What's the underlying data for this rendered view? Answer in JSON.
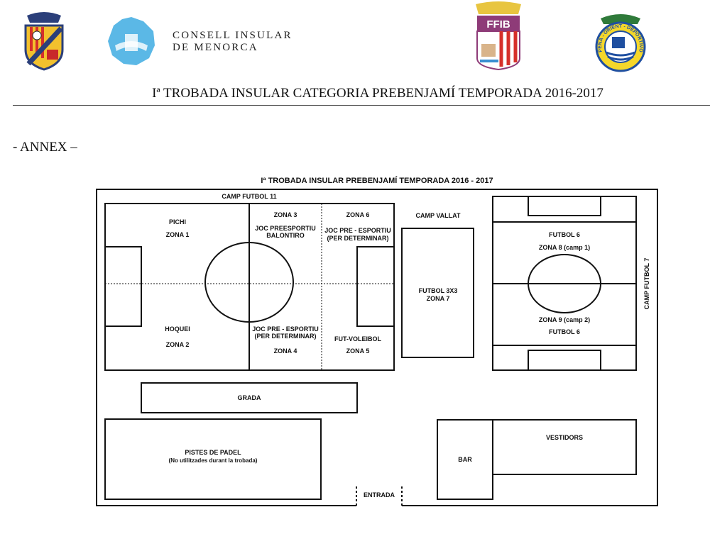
{
  "header": {
    "logos": [
      "club-crest",
      "consell-insular-de-menorca",
      "ffib",
      "penya-orient-deportiu"
    ],
    "consell_line1": "CONSELL INSULAR",
    "consell_line2": "DE MENORCA",
    "ffib_text": "FFIB",
    "orient_text": "PENA - ORIENT - DEPORTIVO"
  },
  "document": {
    "title": "Iª TROBADA INSULAR CATEGORIA PREBENJAMÍ TEMPORADA 2016-2017",
    "annex": "- ANNEX –"
  },
  "diagram": {
    "title": "Iª TROBADA INSULAR PREBENJAMÍ TEMPORADA 2016 - 2017",
    "camp_futbol_11": "CAMP FUTBOL 11",
    "zona1": {
      "activity": "PICHI",
      "zone": "ZONA 1"
    },
    "zona2": {
      "activity": "HOQUEI",
      "zone": "ZONA 2"
    },
    "zona3": {
      "zone": "ZONA 3",
      "activity1": "JOC PREESPORTIU",
      "activity2": "BALONTIRO"
    },
    "zona4": {
      "activity1": "JOC PRE - ESPORTIU",
      "activity2": "(PER DETERMINAR)",
      "zone": "ZONA 4"
    },
    "zona5": {
      "activity": "FUT-VOLEIBOL",
      "zone": "ZONA 5"
    },
    "zona6": {
      "zone": "ZONA 6",
      "activity1": "JOC PRE - ESPORTIU",
      "activity2": "(PER DETERMINAR)"
    },
    "camp_vallat": "CAMP VALLAT",
    "zona7": {
      "activity": "FUTBOL 3X3",
      "zone": "ZONA 7"
    },
    "zona8": {
      "activity": "FUTBOL 6",
      "zone": "ZONA 8 (camp 1)"
    },
    "zona9": {
      "zone": "ZONA 9 (camp 2)",
      "activity": "FUTBOL 6"
    },
    "camp_futbol_7": "CAMP FUTBOL 7",
    "grada": "GRADA",
    "padel1": "PISTES DE PADEL",
    "padel2": "(No utilitzades durant la trobada)",
    "bar": "BAR",
    "vestidors": "VESTIDORS",
    "entrada": "ENTRADA"
  }
}
